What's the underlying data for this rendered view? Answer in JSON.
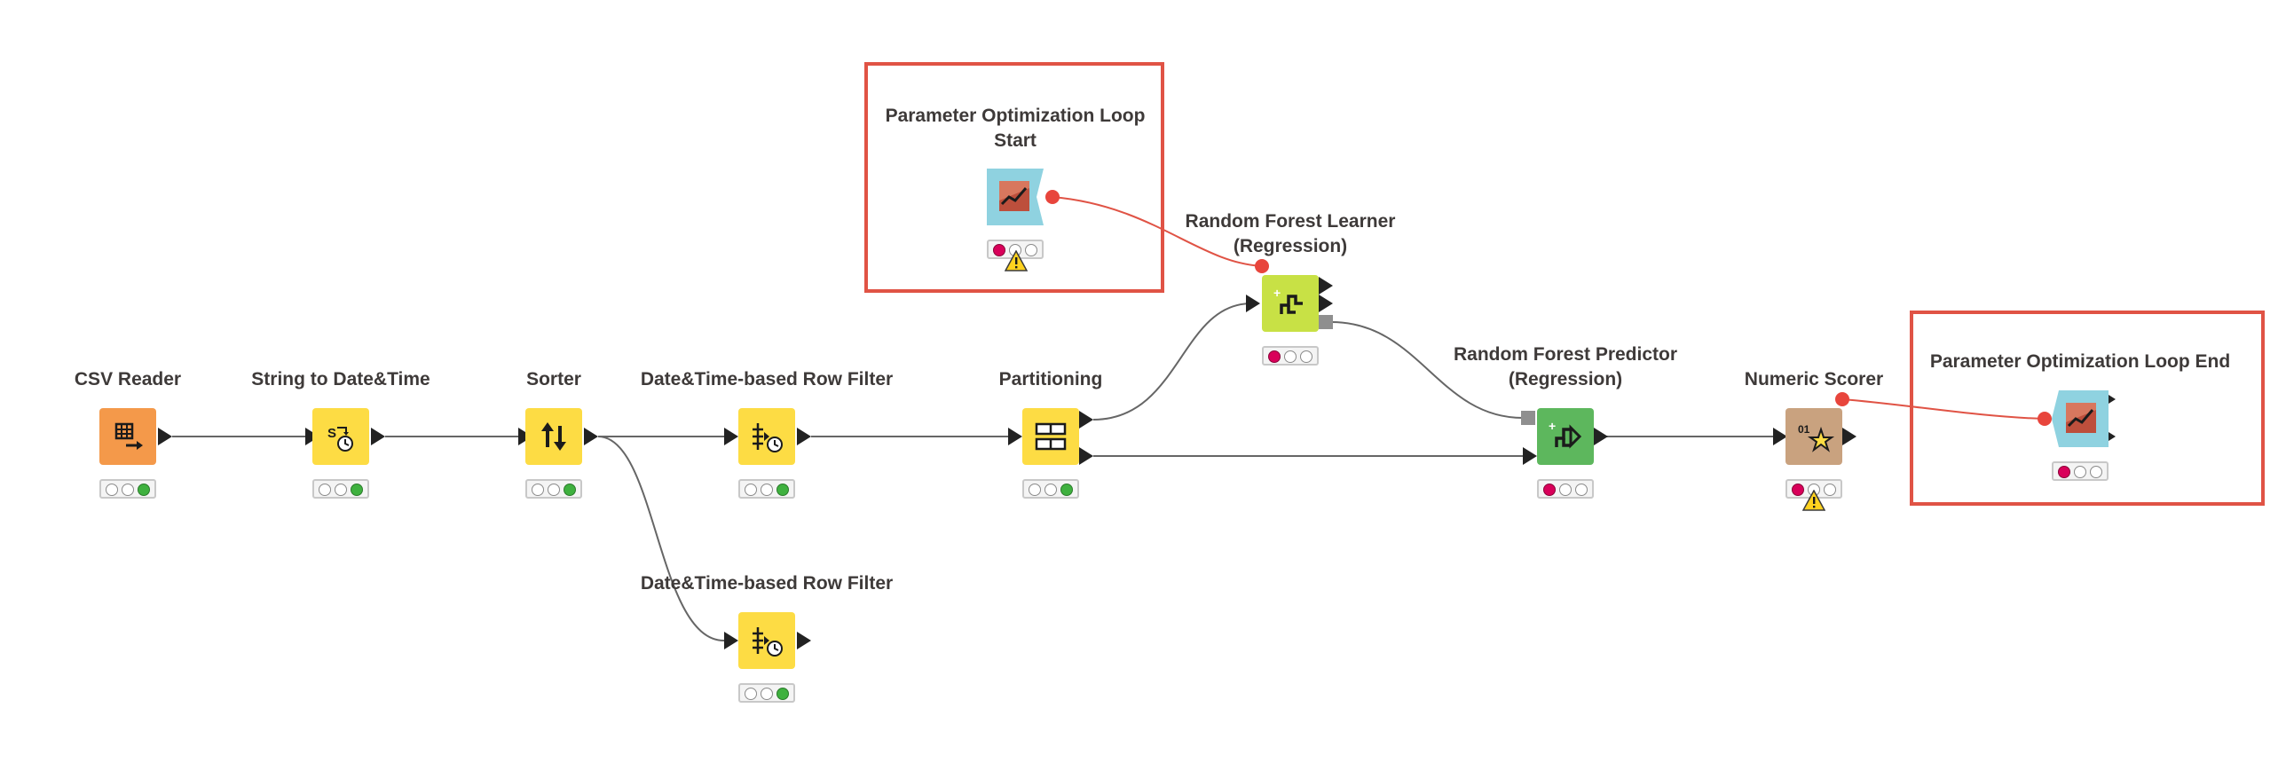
{
  "colors": {
    "annotation_border": "#e05345",
    "connection": "#666666",
    "flow_variable_connection": "#e05345",
    "status_red": "#d9005a",
    "status_green": "#3fb13f",
    "source_node": "#f4994a",
    "manipulator_node": "#fddc44",
    "learner_node": "#c8e145",
    "predictor_node": "#5db75d",
    "scorer_node": "#c9a27f",
    "loop_node": "#8fd2e0"
  },
  "nodes": [
    {
      "id": "csv_reader",
      "label": "CSV Reader",
      "icon": "table-export-icon",
      "status": [
        "off",
        "off",
        "green"
      ]
    },
    {
      "id": "string_to_datetime",
      "label": "String to Date&Time",
      "icon": "string-to-clock-icon",
      "status": [
        "off",
        "off",
        "green"
      ]
    },
    {
      "id": "sorter",
      "label": "Sorter",
      "icon": "sort-arrows-icon",
      "status": [
        "off",
        "off",
        "green"
      ]
    },
    {
      "id": "dt_row_filter_1",
      "label": "Date&Time-based Row Filter",
      "icon": "row-filter-clock-icon",
      "status": [
        "off",
        "off",
        "green"
      ]
    },
    {
      "id": "dt_row_filter_2",
      "label": "Date&Time-based Row Filter",
      "icon": "row-filter-clock-icon",
      "status": [
        "off",
        "off",
        "green"
      ]
    },
    {
      "id": "partitioning",
      "label": "Partitioning",
      "icon": "partition-grid-icon",
      "status": [
        "off",
        "off",
        "green"
      ]
    },
    {
      "id": "param_opt_loop_start",
      "label": "Parameter Optimization Loop\nStart",
      "icon": "loop-chart-icon",
      "status": [
        "red",
        "off",
        "off"
      ],
      "warning": true
    },
    {
      "id": "rf_learner",
      "label": "Random Forest Learner\n(Regression)",
      "icon": "tree-learner-icon",
      "status": [
        "red",
        "off",
        "off"
      ]
    },
    {
      "id": "rf_predictor",
      "label": "Random Forest Predictor\n(Regression)",
      "icon": "tree-predictor-icon",
      "status": [
        "red",
        "off",
        "off"
      ]
    },
    {
      "id": "numeric_scorer",
      "label": "Numeric Scorer",
      "icon": "scorer-star-icon",
      "status": [
        "red",
        "off",
        "off"
      ],
      "warning": true
    },
    {
      "id": "param_opt_loop_end",
      "label": "Parameter Optimization Loop End",
      "icon": "loop-chart-icon",
      "status": [
        "red",
        "off",
        "off"
      ]
    }
  ]
}
